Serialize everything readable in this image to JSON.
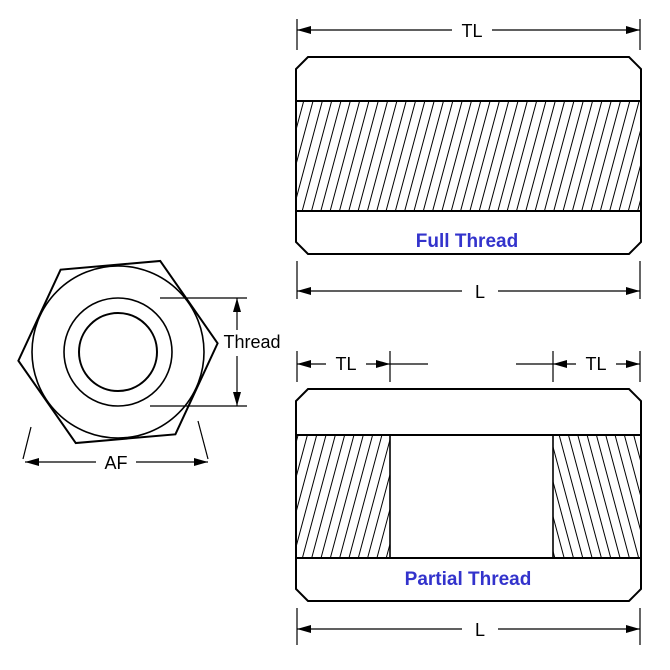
{
  "colors": {
    "background": "#ffffff",
    "line": "#000000",
    "accent_blue": "#3333cc"
  },
  "end_view": {
    "thread_dim_label": "Thread",
    "af_dim_label": "AF"
  },
  "full_thread_view": {
    "tl_dim_label": "TL",
    "l_dim_label": "L",
    "caption": "Full Thread"
  },
  "partial_thread_view": {
    "tl_left_dim_label": "TL",
    "tl_right_dim_label": "TL",
    "l_dim_label": "L",
    "caption": "Partial Thread"
  }
}
